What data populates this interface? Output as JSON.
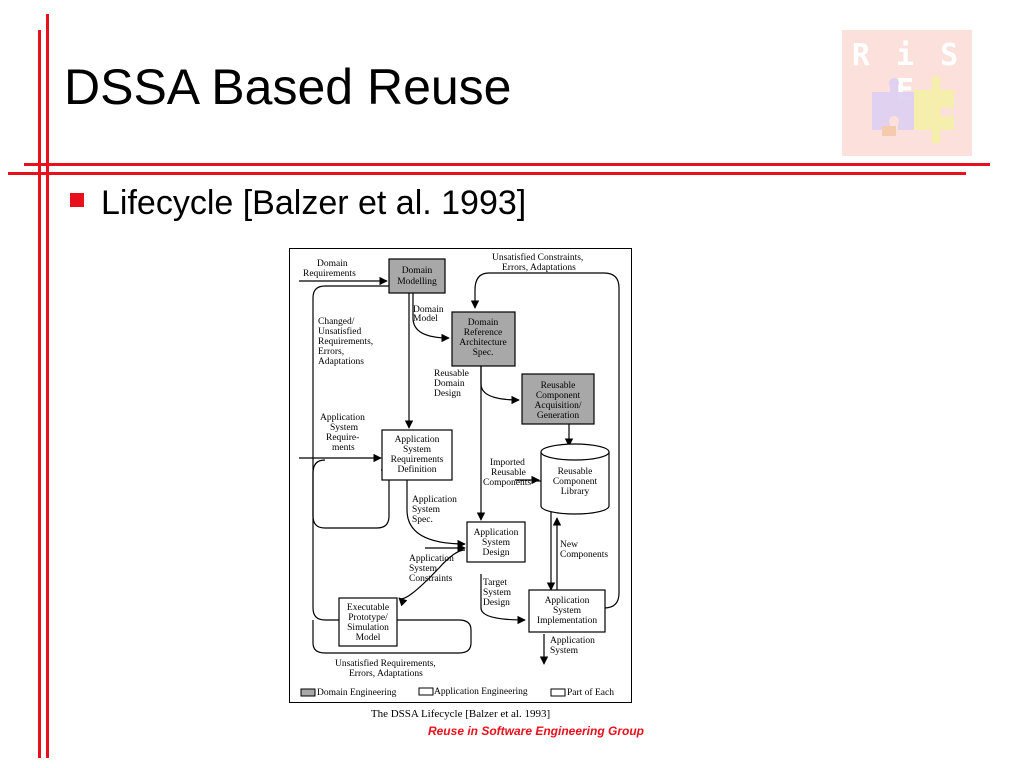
{
  "slide": {
    "title": "DSSA Based Reuse",
    "bullet": "Lifecycle [Balzer et al. 1993]",
    "footer": "Reuse in Software Engineering Group",
    "accent_color": "#e8101c"
  },
  "logo": {
    "text": "R i S E",
    "graphic": "puzzle-pieces-icon"
  },
  "figure": {
    "caption": "The DSSA Lifecycle [Balzer et al. 1993]",
    "boxes": {
      "domain_modelling": [
        "Domain",
        "Modelling"
      ],
      "domain_reference_architecture": [
        "Domain",
        "Reference",
        "Architecture",
        "Spec."
      ],
      "reusable_component_acquisition": [
        "Reusable",
        "Component",
        "Acquisition/",
        "Generation"
      ],
      "reusable_component_library": [
        "Reusable",
        "Component",
        "Library"
      ],
      "application_system_requirements_definition": [
        "Application",
        "System",
        "Requirements",
        "Definition"
      ],
      "application_system_design": [
        "Application",
        "System",
        "Design"
      ],
      "executable_prototype": [
        "Executable",
        "Prototype/",
        "Simulation",
        "Model"
      ],
      "application_system_implementation": [
        "Application",
        "System",
        "Implementation"
      ]
    },
    "labels": {
      "domain_requirements": [
        "Domain",
        "Requirements"
      ],
      "unsatisfied_top": [
        "Unsatisfied Constraints,",
        "Errors, Adaptations"
      ],
      "domain_model": [
        "Domain",
        "Model"
      ],
      "changed_unsatisfied": [
        "Changed/",
        "Unsatisfied",
        "Requirements,",
        "Errors,",
        "Adaptations"
      ],
      "reusable_domain_design": [
        "Reusable",
        "Domain",
        "Design"
      ],
      "application_system_requirements": [
        "Application",
        "System",
        "Require-",
        "ments"
      ],
      "imported_reusable": [
        "Imported",
        "Reusable",
        "Components"
      ],
      "application_system_spec": [
        "Application",
        "System",
        "Spec."
      ],
      "application_system_constraints": [
        "Application",
        "System",
        "Constraints"
      ],
      "new_components": [
        "New",
        "Components"
      ],
      "target_system_design": [
        "Target",
        "System",
        "Design"
      ],
      "application_system_out": [
        "Application",
        "System"
      ],
      "unsatisfied_bottom": [
        "Unsatisfied Requirements,",
        "Errors, Adaptations"
      ]
    },
    "legend": {
      "domain_engineering": "Domain Engineering",
      "application_engineering": "Application Engineering",
      "part_of_each": "Part of Each"
    },
    "colors": {
      "domain_box_fill": "#a8a8a8",
      "app_box_fill": "#ffffff"
    }
  }
}
